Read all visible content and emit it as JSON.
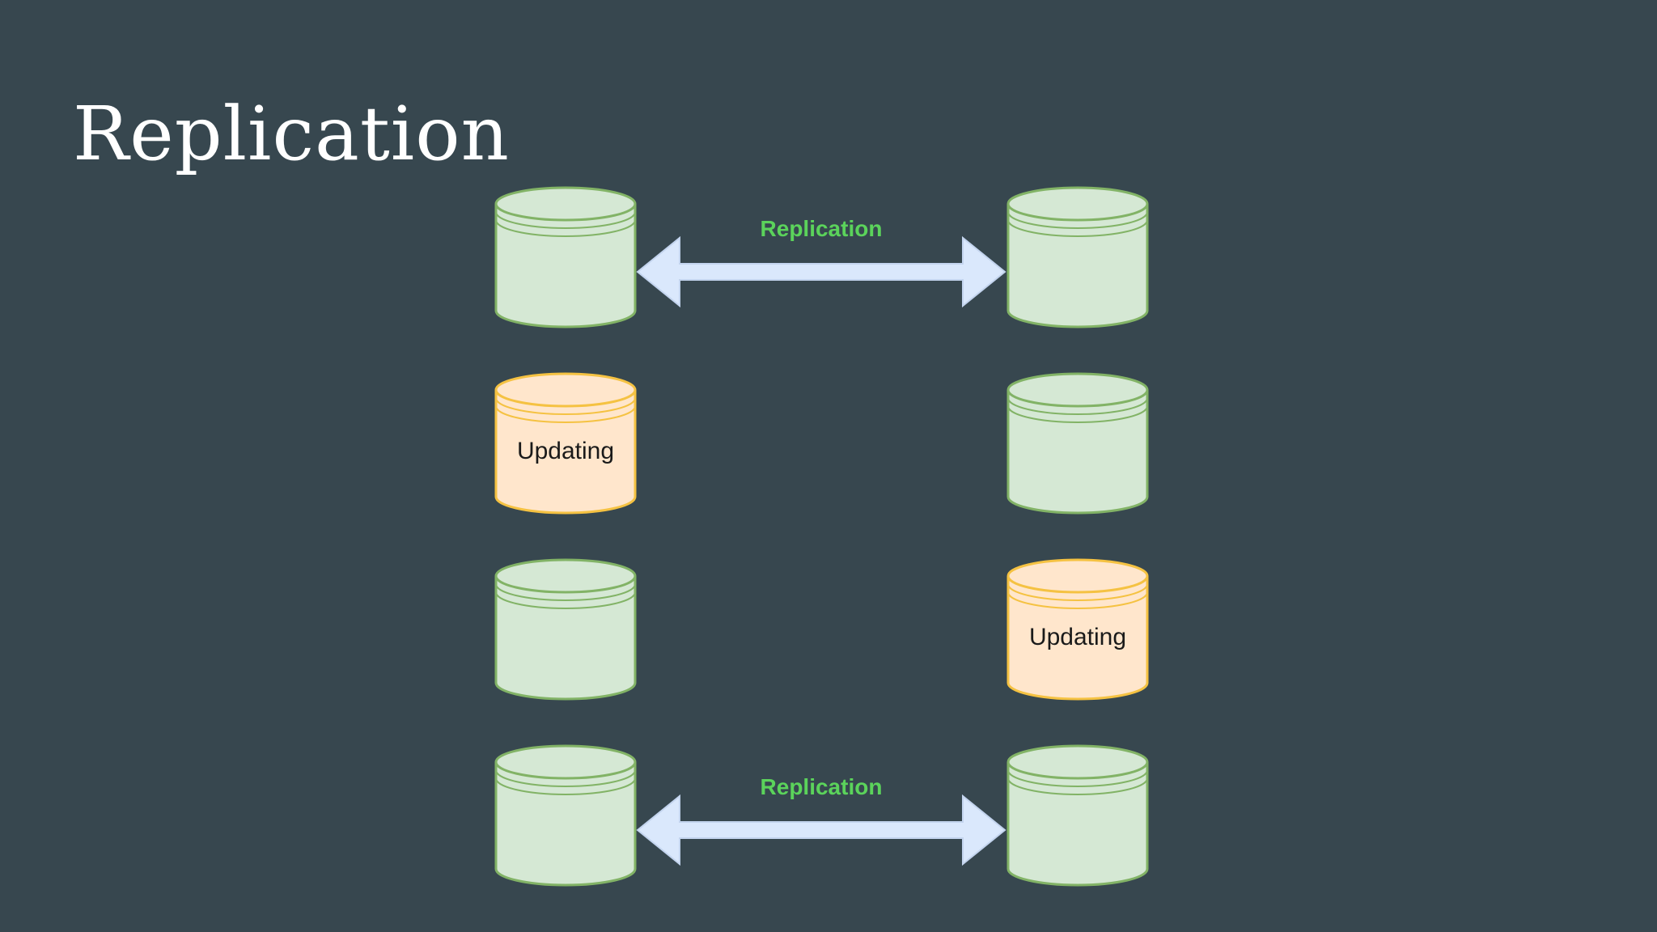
{
  "slide": {
    "title": "Replication"
  },
  "colors": {
    "background": "#37474f",
    "db_normal_fill": "#d5e8d4",
    "db_normal_stroke": "#82b366",
    "db_updating_fill": "#ffe6cc",
    "db_updating_stroke": "#f5c242",
    "arrow_fill": "#dae8fc",
    "replication_label": "#5bd35b"
  },
  "diagram": {
    "rows": [
      {
        "left": {
          "state": "normal",
          "label": ""
        },
        "right": {
          "state": "normal",
          "label": ""
        },
        "arrow": true,
        "arrow_label": "Replication"
      },
      {
        "left": {
          "state": "updating",
          "label": "Updating"
        },
        "right": {
          "state": "normal",
          "label": ""
        },
        "arrow": false,
        "arrow_label": ""
      },
      {
        "left": {
          "state": "normal",
          "label": ""
        },
        "right": {
          "state": "updating",
          "label": "Updating"
        },
        "arrow": false,
        "arrow_label": ""
      },
      {
        "left": {
          "state": "normal",
          "label": ""
        },
        "right": {
          "state": "normal",
          "label": ""
        },
        "arrow": true,
        "arrow_label": "Replication"
      }
    ]
  }
}
